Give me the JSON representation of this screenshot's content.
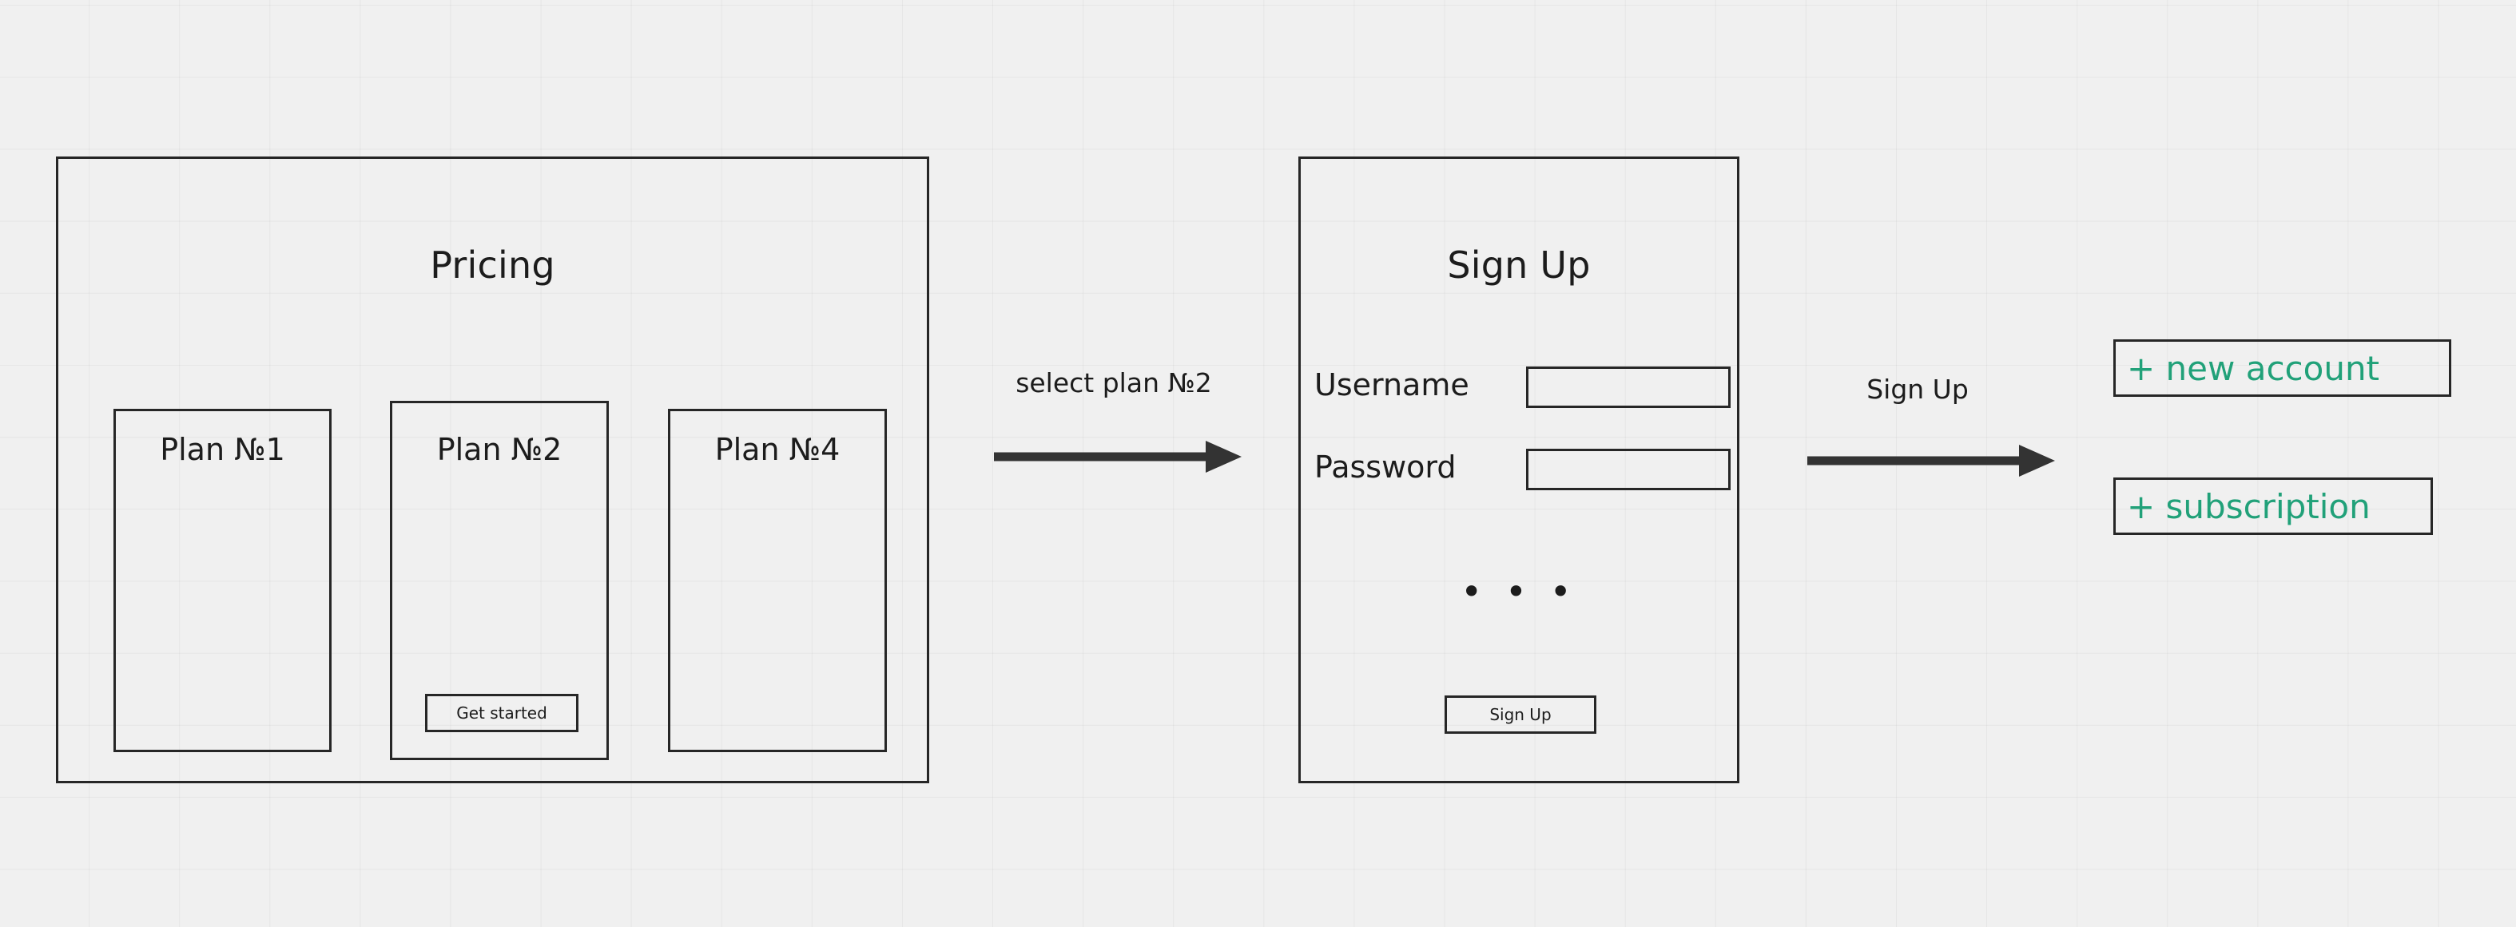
{
  "diagram": {
    "background_color": "#f0f0f0",
    "stroke_color": "#262626",
    "accent_color": "#21a179"
  },
  "pricing_panel": {
    "title": "Pricing",
    "plans": [
      {
        "title": "Plan №1",
        "cta": null
      },
      {
        "title": "Plan №2",
        "cta": "Get started"
      },
      {
        "title": "Plan №4",
        "cta": null
      }
    ]
  },
  "arrows": [
    {
      "label": "select plan №2"
    },
    {
      "label": "Sign Up"
    }
  ],
  "signup_panel": {
    "title": "Sign Up",
    "fields": [
      {
        "label": "Username",
        "value": "",
        "placeholder": ""
      },
      {
        "label": "Password",
        "value": "",
        "placeholder": ""
      }
    ],
    "ellipsis": "• • •",
    "submit_label": "Sign Up"
  },
  "results": [
    {
      "label": "+ new account"
    },
    {
      "label": "+ subscription"
    }
  ]
}
